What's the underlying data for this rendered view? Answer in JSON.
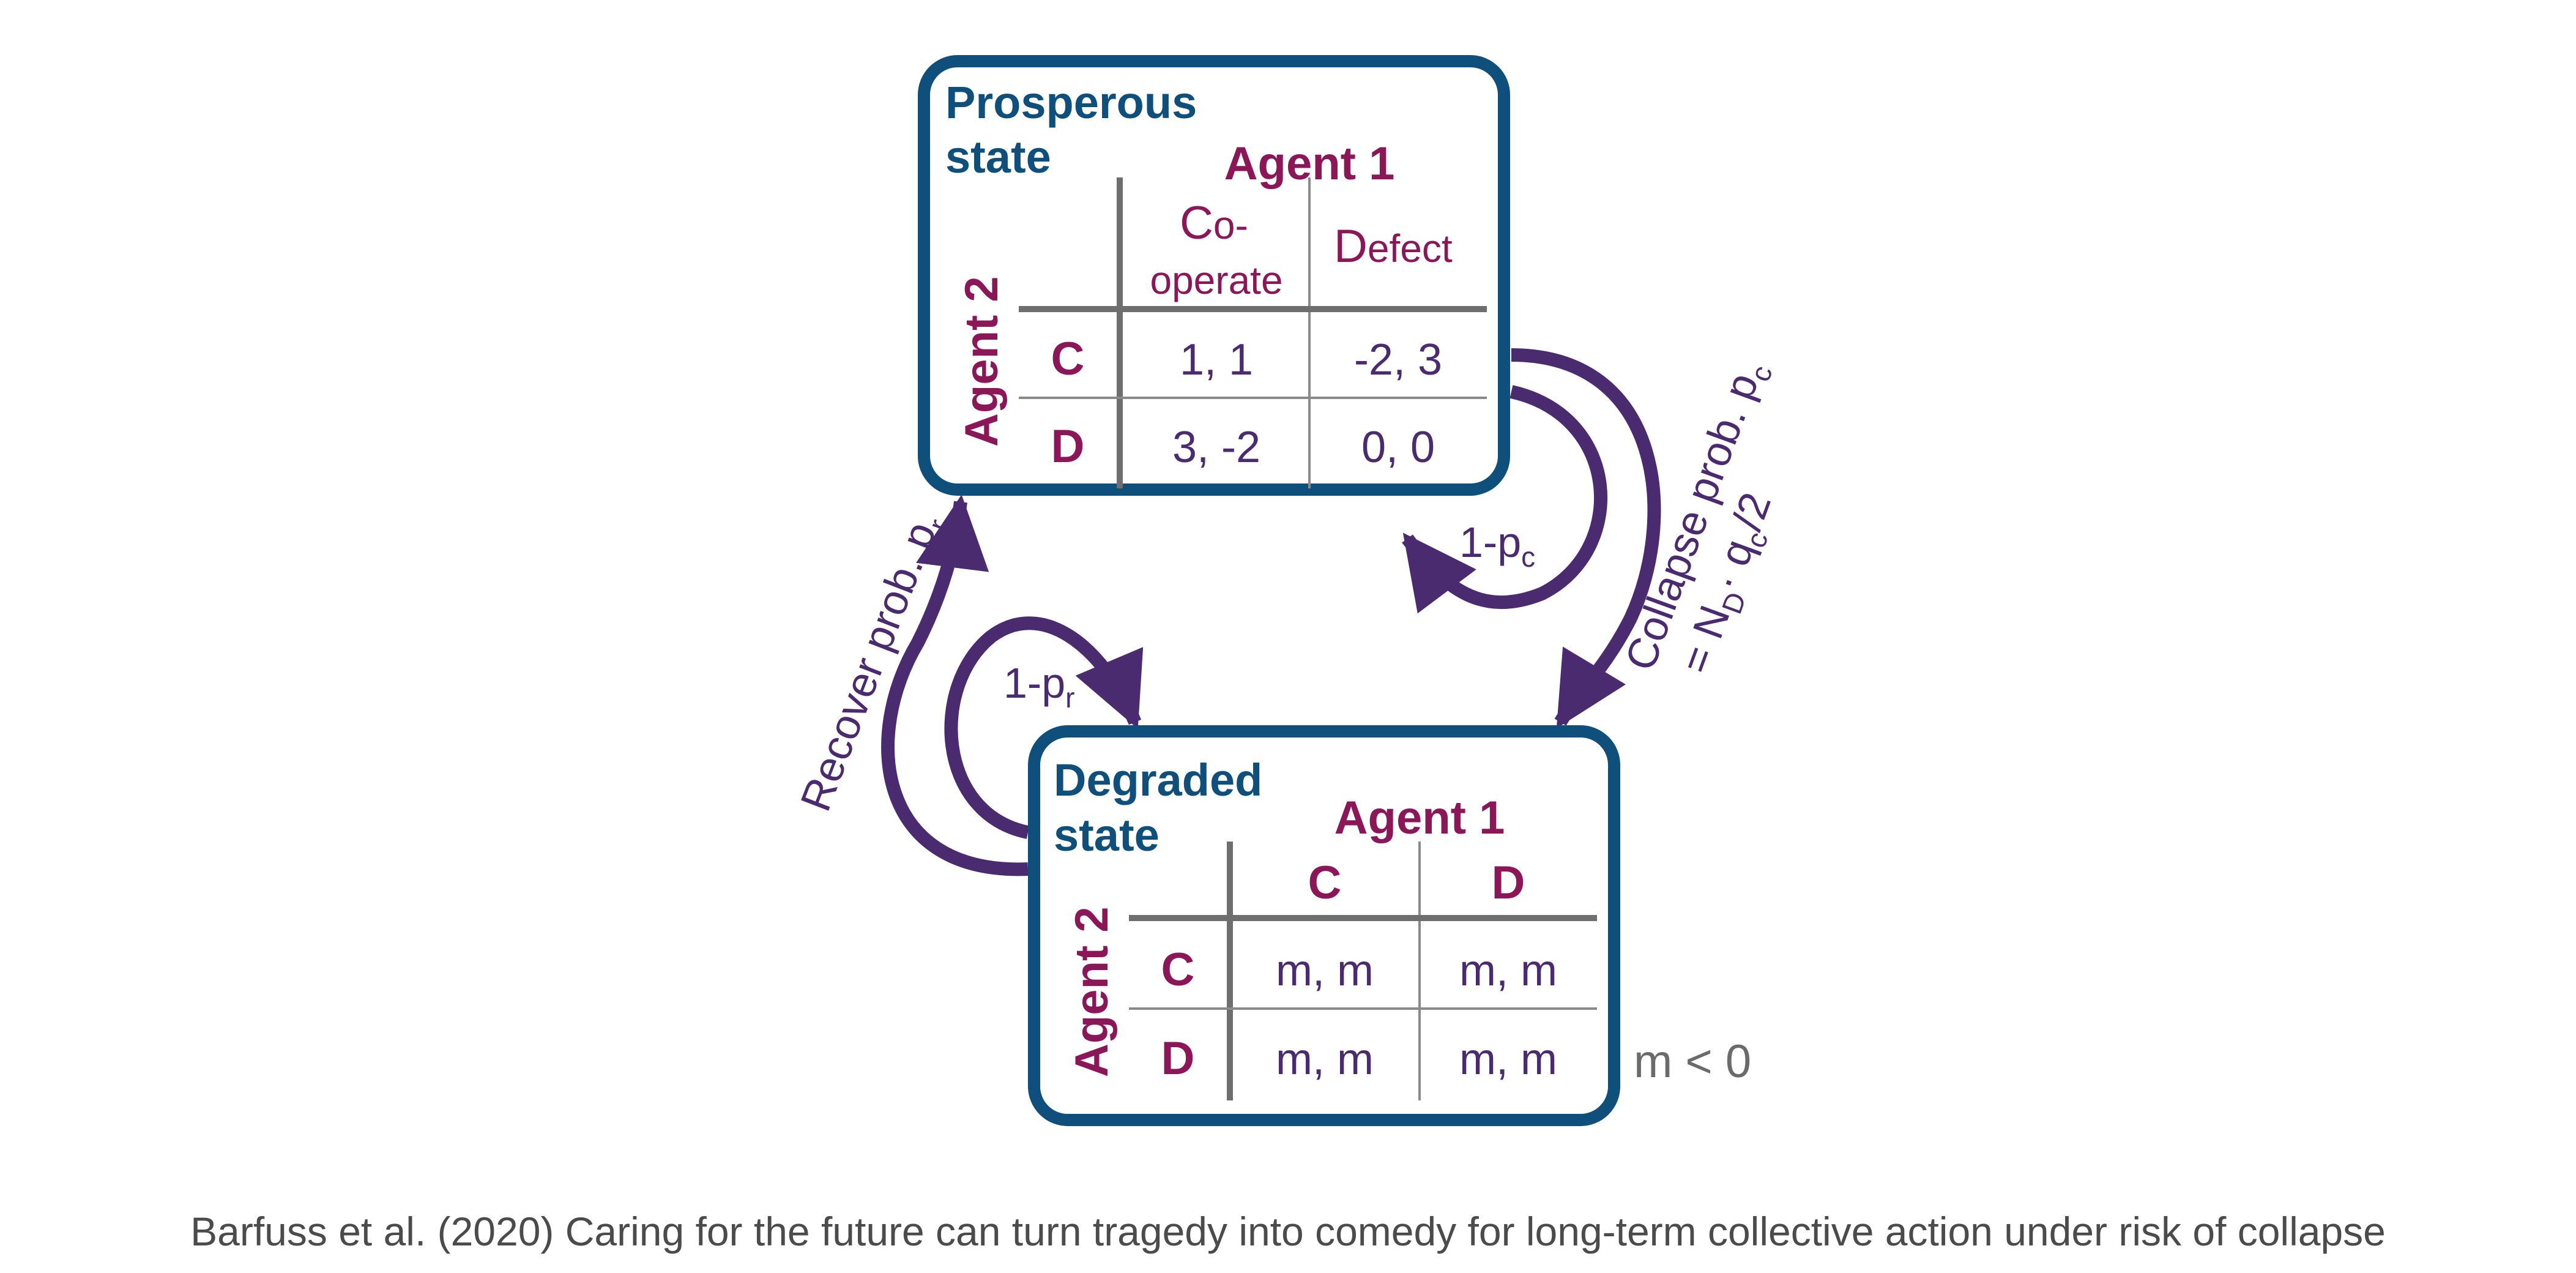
{
  "prosperous": {
    "title_line1": "Prosperous",
    "title_line2": "state",
    "agent1": "Agent 1",
    "agent2": "Agent 2",
    "col1_initial": "C",
    "col1_rest_line1": "o-",
    "col1_line2": "operate",
    "col2_initial": "D",
    "col2_rest": "efect",
    "row1": "C",
    "row2": "D",
    "cells": [
      [
        "1, 1",
        "-2, 3"
      ],
      [
        "3, -2",
        "0, 0"
      ]
    ]
  },
  "degraded": {
    "title_line1": "Degraded",
    "title_line2": "state",
    "agent1": "Agent 1",
    "agent2": "Agent 2",
    "col1": "C",
    "col2": "D",
    "row1": "C",
    "row2": "D",
    "cells": [
      [
        "m, m",
        "m, m"
      ],
      [
        "m, m",
        "m, m"
      ]
    ],
    "condition": "m < 0"
  },
  "arrows": {
    "stay_prosperous_main": "1-p",
    "stay_prosperous_sub": "c",
    "stay_degraded_main": "1-p",
    "stay_degraded_sub": "r",
    "recover_main": "Recover prob. p",
    "recover_sub": "r",
    "collapse_main": "Collapse prob. p",
    "collapse_sub": "c",
    "collapse_line2_a": "= N",
    "collapse_line2_sub1": "D",
    "collapse_line2_b": "· q",
    "collapse_line2_sub2": "c",
    "collapse_line2_c": "/2"
  },
  "colors": {
    "box_border": "#0e4f7c",
    "agent": "#8c1758",
    "payoff": "#4a2b70",
    "arrow": "#4a2b70",
    "grid": "#6e6e6e"
  },
  "caption": "Barfuss et al. (2020) Caring for the future can turn tragedy into comedy for long-term collective action under risk of collapse"
}
